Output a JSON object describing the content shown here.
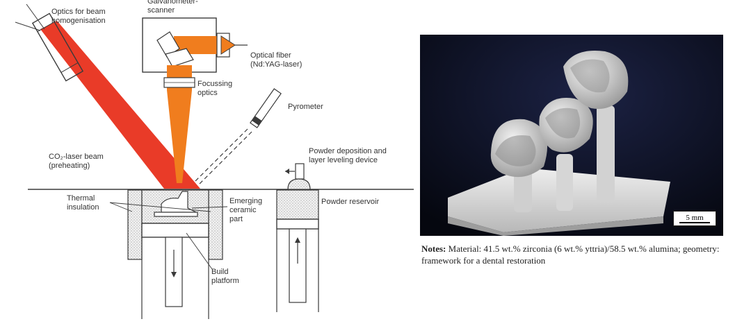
{
  "diagram": {
    "labels": {
      "optics_homogenisation": "Optics for beam\nhomogenisation",
      "galvanometer_scanner": "Galvanometer-\nscanner",
      "optical_fiber": "Optical fiber\n(Nd:YAG-laser)",
      "focussing_optics": "Focussing\noptics",
      "pyrometer": "Pyrometer",
      "co2_laser": "CO₂-laser beam\n(preheating)",
      "powder_deposition": "Powder deposition and\nlayer leveling device",
      "thermal_insulation": "Thermal\ninsulation",
      "emerging_part": "Emerging\nceramic\npart",
      "powder_reservoir": "Powder reservoir",
      "build_platform": "Build\nplatform"
    },
    "colors": {
      "co2_beam": "#e8301c",
      "nd_yag_beam": "#f07d1e",
      "line": "#3a3a3a",
      "powder": "#e4e4e4"
    }
  },
  "photo": {
    "scale_label": "5 mm"
  },
  "notes": {
    "label": "Notes:",
    "text": " Material: 41.5 wt.% zirconia (6 wt.% yttria)/58.5 wt.% alumina; geometry: framework for a dental restoration"
  }
}
